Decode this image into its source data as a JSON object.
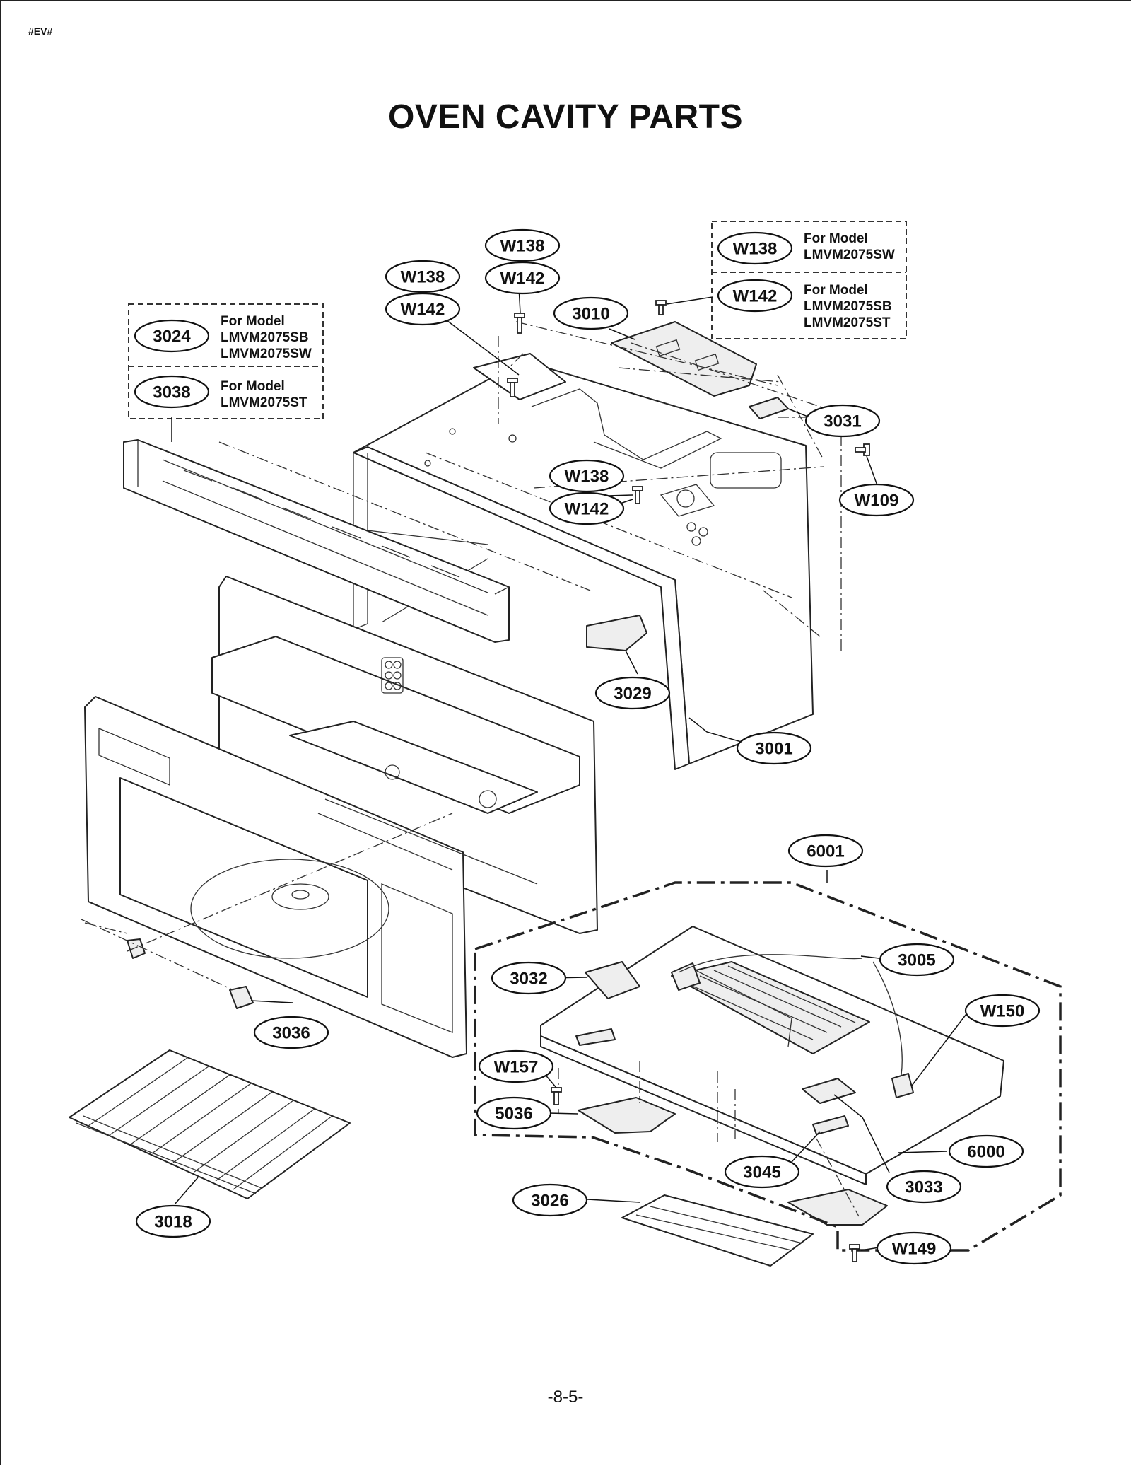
{
  "header_tag": "#EV#",
  "title": "OVEN CAVITY PARTS",
  "page_number": "-8-5-",
  "part_labels": {
    "p3001": "3001",
    "p3005": "3005",
    "p3010": "3010",
    "p3018": "3018",
    "p3024": "3024",
    "p3026": "3026",
    "p3029": "3029",
    "p3031": "3031",
    "p3032": "3032",
    "p3033": "3033",
    "p3036": "3036",
    "p3038": "3038",
    "p3045": "3045",
    "p5036": "5036",
    "p6000": "6000",
    "p6001": "6001",
    "w109": "W109",
    "w138_a": "W138",
    "w138_b": "W138",
    "w138_c": "W138",
    "w138_d": "W138",
    "w142_a": "W142",
    "w142_b": "W142",
    "w142_c": "W142",
    "w142_d": "W142",
    "w149": "W149",
    "w150": "W150",
    "w157": "W157"
  },
  "model_notes": {
    "note_3024": {
      "heading": "For Model",
      "models": [
        "LMVM2075SB",
        "LMVM2075SW"
      ]
    },
    "note_3038": {
      "heading": "For Model",
      "models": [
        "LMVM2075ST"
      ]
    },
    "note_w138": {
      "heading": "For Model",
      "models": [
        "LMVM2075SW"
      ]
    },
    "note_w142": {
      "heading": "For Model",
      "models": [
        "LMVM2075SB",
        "LMVM2075ST"
      ]
    }
  }
}
